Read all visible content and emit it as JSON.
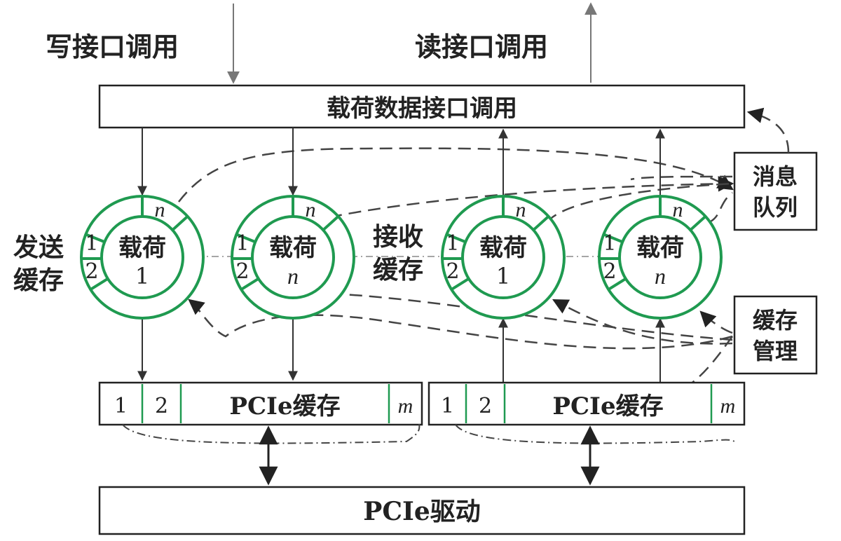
{
  "labels": {
    "write_call": "写接口调用",
    "read_call": "读接口调用",
    "payload_api": "载荷数据接口调用",
    "send_buffer": [
      "发送",
      "缓存"
    ],
    "recv_buffer": [
      "接收",
      "缓存"
    ],
    "message_queue": [
      "消息",
      "队列"
    ],
    "buffer_mgmt": [
      "缓存",
      "管理"
    ],
    "pcie_driver": "PCIe驱动"
  },
  "rings": [
    {
      "payload_line1": "载荷",
      "payload_line2": "1",
      "seg1": "1",
      "seg2": "2",
      "segn": "n"
    },
    {
      "payload_line1": "载荷",
      "payload_line2": "n",
      "seg1": "1",
      "seg2": "2",
      "segn": "n"
    },
    {
      "payload_line1": "载荷",
      "payload_line2": "1",
      "seg1": "1",
      "seg2": "2",
      "segn": "n"
    },
    {
      "payload_line1": "载荷",
      "payload_line2": "n",
      "seg1": "1",
      "seg2": "2",
      "segn": "n"
    }
  ],
  "pcie_buffers": [
    {
      "label": "PCIe缓存",
      "cell1": "1",
      "cell2": "2",
      "celllast": "m"
    },
    {
      "label": "PCIe缓存",
      "cell1": "1",
      "cell2": "2",
      "celllast": "m"
    }
  ],
  "colors": {
    "ring": "#1f9a50",
    "line": "#333333",
    "dash": "#444444"
  }
}
